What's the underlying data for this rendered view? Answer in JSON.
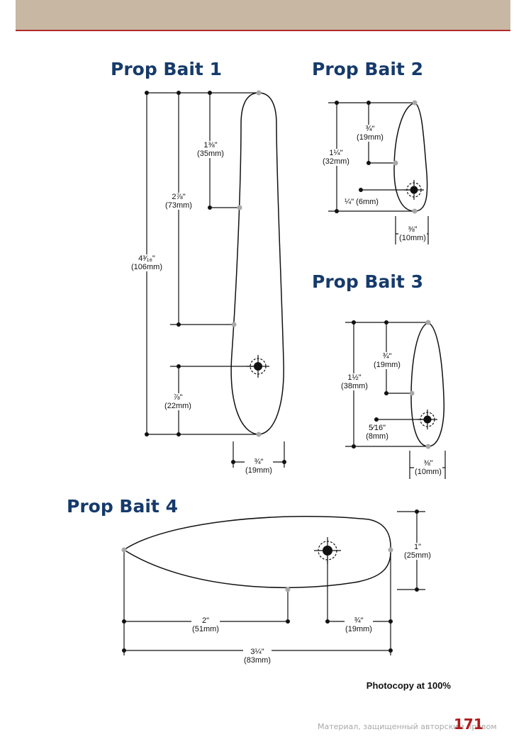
{
  "titles": {
    "bait1": "Prop Bait 1",
    "bait2": "Prop Bait 2",
    "bait3": "Prop Bait 3",
    "bait4": "Prop Bait 4"
  },
  "bait1": {
    "d_top_mid": {
      "frac": "1⅜\"",
      "mm": "(35mm)"
    },
    "d_top_lower": {
      "frac": "2⅞\"",
      "mm": "(73mm)"
    },
    "length": {
      "frac": "4³⁄₁₆\"",
      "mm": "(106mm)"
    },
    "eye_to_tail": {
      "frac": "⅞\"",
      "mm": "(22mm)"
    },
    "width": {
      "frac": "¾\"",
      "mm": "(19mm)"
    }
  },
  "bait2": {
    "d_top": {
      "frac": "¾\"",
      "mm": "(19mm)"
    },
    "length": {
      "frac": "1¼\"",
      "mm": "(32mm)"
    },
    "eye_to_tail": {
      "frac": "¼\" (6mm)"
    },
    "width": {
      "frac": "⅜\"",
      "mm": "(10mm)"
    }
  },
  "bait3": {
    "d_top": {
      "frac": "¾\"",
      "mm": "(19mm)"
    },
    "length": {
      "frac": "1½\"",
      "mm": "(38mm)"
    },
    "eye_to_tail": {
      "frac": "5⁄16\"",
      "mm": "(8mm)"
    },
    "width": {
      "frac": "⅜\"",
      "mm": "(10mm)"
    }
  },
  "bait4": {
    "height": {
      "frac": "1\"",
      "mm": "(25mm)"
    },
    "d_left": {
      "frac": "2\"",
      "mm": "(51mm)"
    },
    "d_right": {
      "frac": "¾\"",
      "mm": "(19mm)"
    },
    "length": {
      "frac": "3¼\"",
      "mm": "(83mm)"
    }
  },
  "footnote": "Photocopy at 100%",
  "watermark": "Материал, защищенный авторским правом",
  "page_number": "171",
  "colors": {
    "heading": "#163a6b",
    "topbar": "#c8b7a3",
    "page_number": "#b01b1b"
  }
}
